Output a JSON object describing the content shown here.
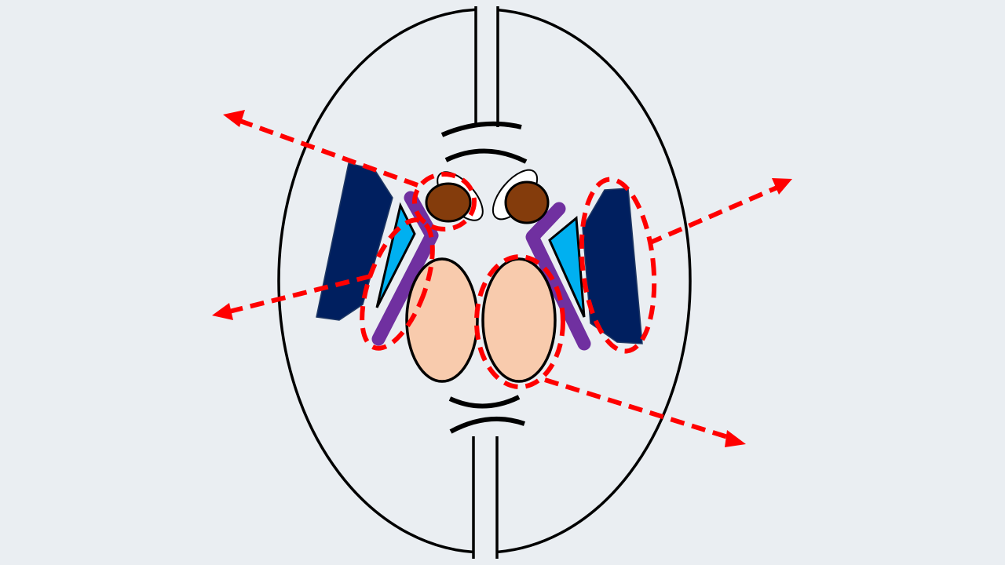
{
  "diagram": {
    "colors": {
      "background": "#eaeef2",
      "outline": "#000000",
      "annotation": "#ff0000",
      "dark_blue": "#001f5f",
      "light_blue": "#00b0f0",
      "purple": "#7030a0",
      "brown": "#843c0c",
      "peach": "#f8cbad"
    },
    "annotations": [
      {
        "name": "upper-left-annotation-arrow",
        "direction": "left"
      },
      {
        "name": "middle-left-annotation-arrow",
        "direction": "left"
      },
      {
        "name": "right-annotation-arrow",
        "direction": "right"
      },
      {
        "name": "lower-right-annotation-arrow",
        "direction": "right"
      }
    ]
  }
}
